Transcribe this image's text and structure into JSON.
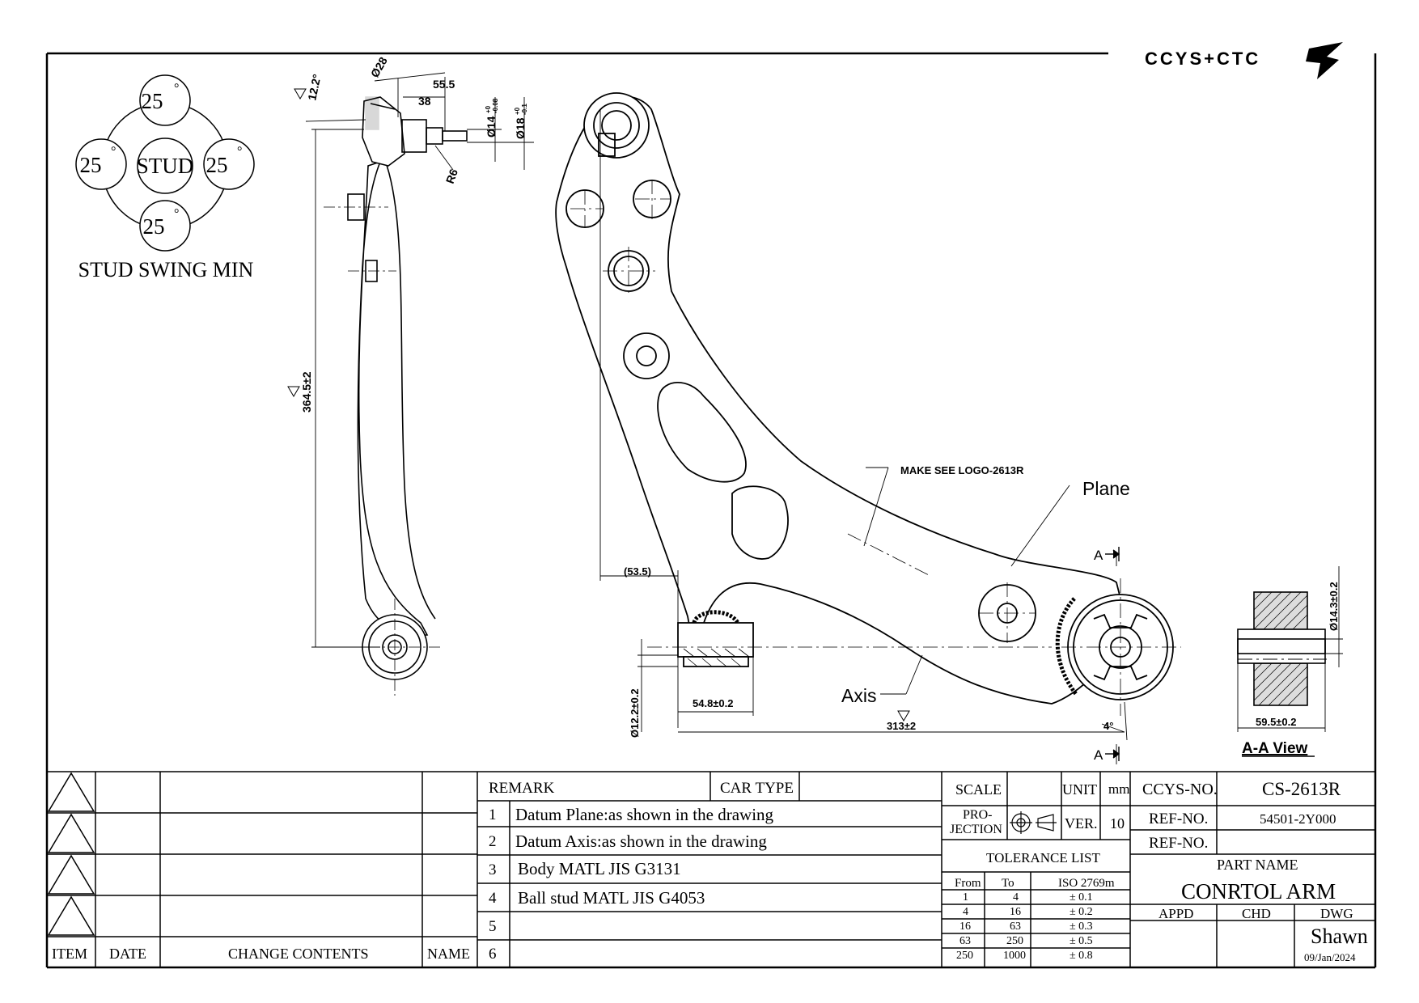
{
  "logo": {
    "text": "CCYS+CTC"
  },
  "stud_swing": {
    "center": "STUD",
    "top": "25",
    "left": "25",
    "right": "25",
    "bottom": "25",
    "degree": "°",
    "caption": "STUD SWING MIN"
  },
  "side_view": {
    "angle": "12.2°",
    "dia_ball": "Ø28",
    "len_long": "55.5",
    "len_short": "38",
    "dia_stud_a": "Ø14",
    "dia_stud_a_tol_up": "+0",
    "dia_stud_a_tol_dn": "-0.08",
    "dia_stud_b": "Ø18",
    "dia_stud_b_tol_up": "+0",
    "dia_stud_b_tol_dn": "-0.1",
    "radius": "R6",
    "length": "364.5±2"
  },
  "main_view": {
    "logo_note": "MAKE SEE LOGO-2613R",
    "plane": "Plane",
    "axis": "Axis",
    "offset": "(53.5)",
    "bushing_width": "54.8±0.2",
    "bushing_dia": "Ø12.2±0.2",
    "length": "313±2",
    "angle": "4°",
    "section_marker": "A",
    "section_marker_bottom": "A"
  },
  "section_view": {
    "dia": "Ø14.3±0.2",
    "width": "59.5±0.2",
    "title": "A-A View"
  },
  "revision_table": {
    "headers": {
      "item": "ITEM",
      "date": "DATE",
      "contents": "CHANGE CONTENTS",
      "name": "NAME"
    }
  },
  "remarks": {
    "header": "REMARK",
    "car_type": "CAR TYPE",
    "rows": [
      {
        "num": "1",
        "text": "Datum Plane:as shown in the drawing"
      },
      {
        "num": "2",
        "text": "Datum Axis:as shown in the drawing"
      },
      {
        "num": "3",
        "text": "Body MATL JIS G3131"
      },
      {
        "num": "4",
        "text": "Ball stud MATL JIS G4053"
      },
      {
        "num": "5",
        "text": ""
      },
      {
        "num": "6",
        "text": ""
      }
    ]
  },
  "spec": {
    "scale": "SCALE",
    "unit_label": "UNIT",
    "unit": "mm",
    "projection_line1": "PRO-",
    "projection_line2": "JECTION",
    "ver_label": "VER.",
    "ver": "10",
    "tolerance_title": "TOLERANCE LIST",
    "tol_headers": {
      "from": "From",
      "to": "To",
      "std": "ISO 2769m"
    },
    "tolerances": [
      {
        "from": "1",
        "to": "4",
        "tol": "± 0.1"
      },
      {
        "from": "4",
        "to": "16",
        "tol": "± 0.2"
      },
      {
        "from": "16",
        "to": "63",
        "tol": "± 0.3"
      },
      {
        "from": "63",
        "to": "250",
        "tol": "± 0.5"
      },
      {
        "from": "250",
        "to": "1000",
        "tol": "± 0.8"
      }
    ]
  },
  "title_block": {
    "ccys_label": "CCYS-NO.",
    "ccys_no": "CS-2613R",
    "ref_label": "REF-NO.",
    "ref_no": "54501-2Y000",
    "ref_label2": "REF-NO.",
    "ref_no2": "",
    "part_name_label": "PART NAME",
    "part_name": "CONRTOL ARM",
    "appd": "APPD",
    "chd": "CHD",
    "dwg": "DWG",
    "drawn_by": "Shawn",
    "date": "09/Jan/2024"
  }
}
